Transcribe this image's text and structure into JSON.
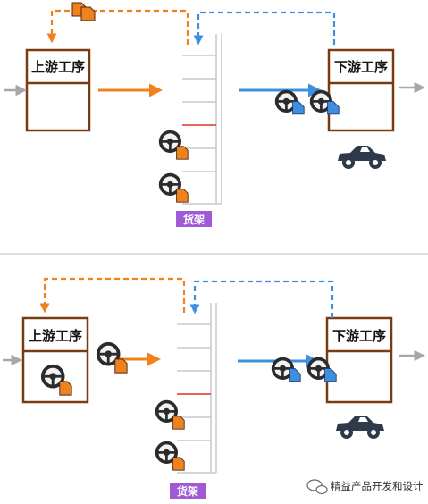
{
  "colors": {
    "process_border": "#7a3b12",
    "orange": "#f0821e",
    "blue": "#3f8fe0",
    "gray_arrow": "#a7a7a7",
    "rack": "#c8c8c8",
    "rack_red": "#e0302b",
    "rack_label_bg": "#a05ad6",
    "car": "#2e3a49",
    "divider": "#bdbdbd"
  },
  "top": {
    "upstream": {
      "title": "上游工序",
      "content_icons": []
    },
    "downstream": {
      "title": "下游工序"
    },
    "rack_label": "货架",
    "rack_parts": 2,
    "moving_to_downstream": 2,
    "icons": [
      "kanban-cards-icon",
      "steering-wheel-icon",
      "car-icon"
    ]
  },
  "bottom": {
    "upstream": {
      "title": "上游工序",
      "content_icons": [
        "steering-wheel-icon"
      ]
    },
    "downstream": {
      "title": "下游工序"
    },
    "rack_label": "货架",
    "rack_parts": 2,
    "moving_to_downstream": 2
  },
  "watermark": {
    "text": "精益产品开发和设计",
    "icon": "wechat-icon"
  }
}
